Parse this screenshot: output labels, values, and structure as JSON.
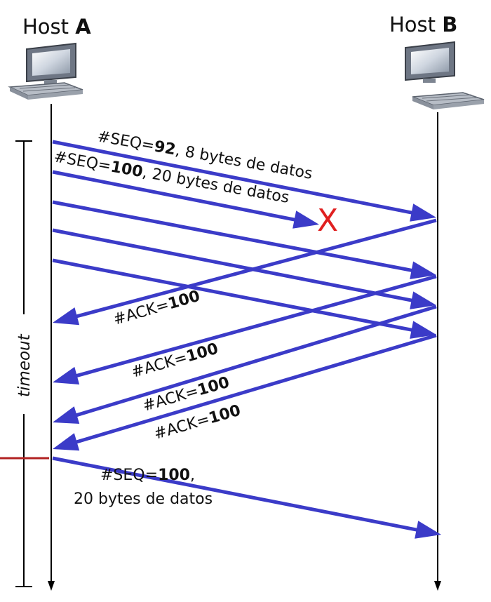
{
  "hosts": {
    "a": {
      "prefix": "Host ",
      "letter": "A"
    },
    "b": {
      "prefix": "Host ",
      "letter": "B"
    }
  },
  "timeout_label": "timeout",
  "lost_marker": "X",
  "colors": {
    "arrow": "#3b3bc8",
    "lost": "#e02020",
    "timeout_mark": "#b22222",
    "line": "#000000"
  },
  "messages": {
    "seq92": {
      "prefix": "#SEQ=",
      "value": "92",
      "suffix": ", 8 bytes de datos"
    },
    "seq100": {
      "prefix": "#SEQ=",
      "value": "100",
      "suffix": ", 20 bytes de datos"
    },
    "ack1": {
      "prefix": "#ACK=",
      "value": "100"
    },
    "ack2": {
      "prefix": "#ACK=",
      "value": "100"
    },
    "ack3": {
      "prefix": "#ACK=",
      "value": "100"
    },
    "ack4": {
      "prefix": "#ACK=",
      "value": "100"
    },
    "retx": {
      "prefix": "#SEQ=",
      "value": "100",
      "suffix": ",",
      "line2": "20 bytes de datos"
    }
  }
}
